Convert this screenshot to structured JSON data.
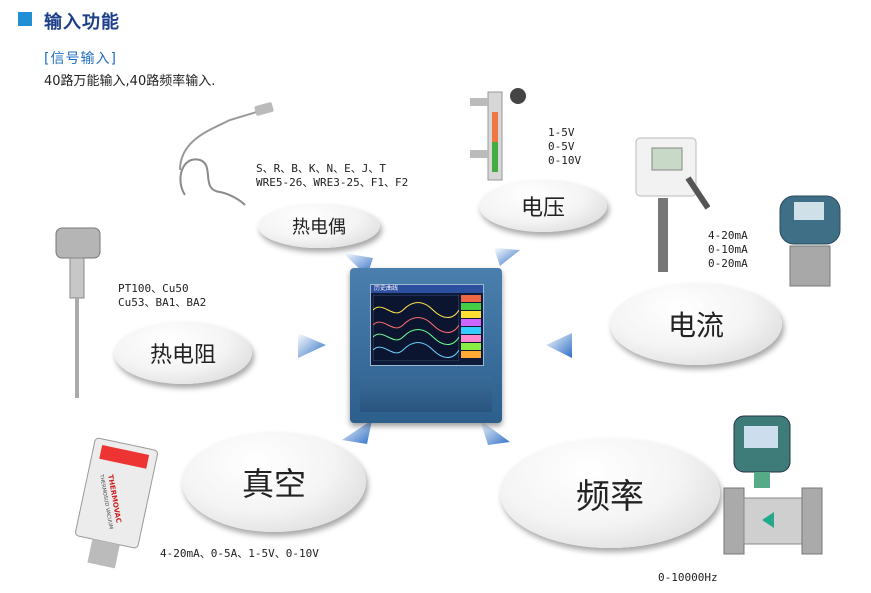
{
  "header": {
    "title": "输入功能"
  },
  "signal": {
    "subtitle": "[信号输入]",
    "description": "40路万能输入,40路频率输入."
  },
  "specs": {
    "thermocouple": "S、R、B、K、N、E、J、T\nWRE5-26、WRE3-25、F1、F2",
    "voltage": "1-5V\n0-5V\n0-10V",
    "current": "4-20mA\n0-10mA\n0-20mA",
    "rtd": "PT100、Cu50\nCu53、BA1、BA2",
    "vacuum": "4-20mA、0-5A、1-5V、0-10V",
    "frequency": "0-10000Hz"
  },
  "bubbles": {
    "thermocouple": "热电偶",
    "voltage": "电压",
    "current": "电流",
    "rtd": "热电阻",
    "vacuum": "真空",
    "frequency": "频率"
  },
  "device": {
    "screen_title": "历史曲线"
  },
  "products": {
    "vacuum_brand": "THERMOVAC",
    "vacuum_label": "THERMOSUD VACUUM"
  },
  "colors": {
    "accent": "#1f8fd6",
    "title": "#1d3f8a",
    "arrow": "#3f7fd0"
  }
}
